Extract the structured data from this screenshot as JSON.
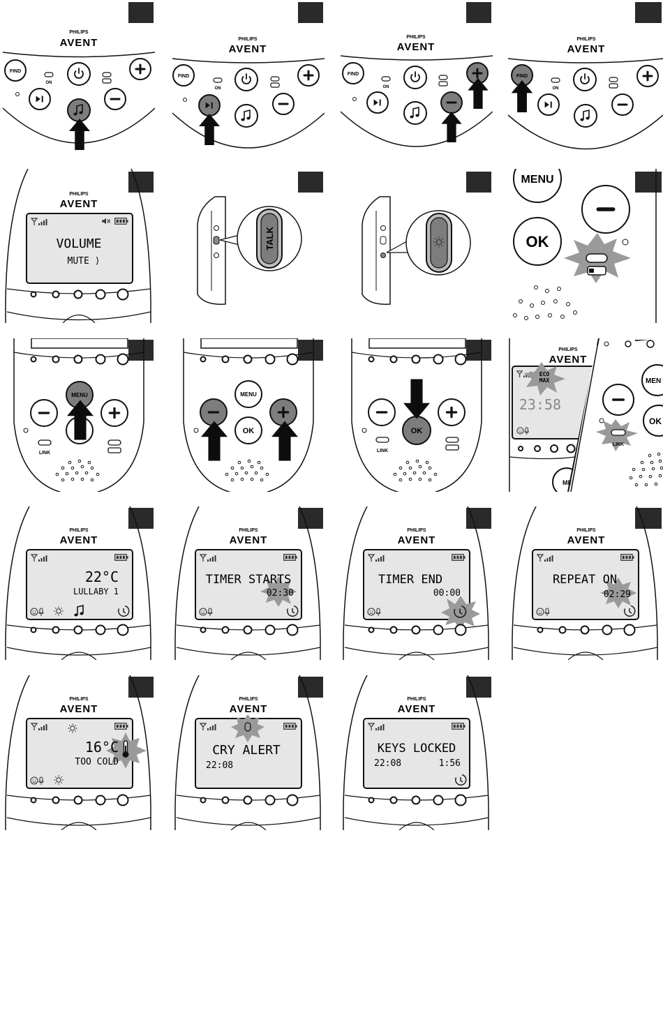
{
  "brand": {
    "name": "PHILIPS",
    "logo": "AVENT"
  },
  "labels": {
    "find": "FIND",
    "on": "ON",
    "menu": "MENU",
    "ok": "OK",
    "link": "LINK",
    "talk": "TALK",
    "eco": "ECO",
    "max": "MAX",
    "menu_partial": "MEN",
    "ok_partial": "OK"
  },
  "screens": {
    "volume": {
      "line1": "VOLUME",
      "line2": "MUTE ⟩"
    },
    "eco_time": "23:58",
    "temp_lullaby": {
      "temp": "22°C",
      "sub": "LULLABY 1"
    },
    "timer_starts": {
      "line1": "TIMER STARTS",
      "time": "02:30"
    },
    "timer_end": {
      "line1": "TIMER END",
      "time": "00:00"
    },
    "repeat_on": {
      "line1": "REPEAT ON",
      "time": "02:29"
    },
    "too_cold": {
      "temp": "16°C",
      "sub": "TOO COLD"
    },
    "cry_alert": {
      "line1": "CRY ALERT",
      "time": "22:08"
    },
    "keys_locked": {
      "line1": "KEYS LOCKED",
      "time": "22:08",
      "timer": "1:56"
    }
  },
  "colors": {
    "ink": "#111111",
    "button_pressed": "#7d7d7d",
    "lcd": "#e6e6e6",
    "burst": "#9a9a9a",
    "step_box": "#2a2a2a"
  },
  "icons": [
    "power-icon",
    "play-pause-icon",
    "music-note-icon",
    "plus-icon",
    "minus-icon",
    "arrow-icon",
    "signal-icon",
    "battery-icon",
    "mute-icon",
    "timer-icon",
    "thermometer-icon",
    "nightlight-icon",
    "cry-icon",
    "sun-icon"
  ]
}
